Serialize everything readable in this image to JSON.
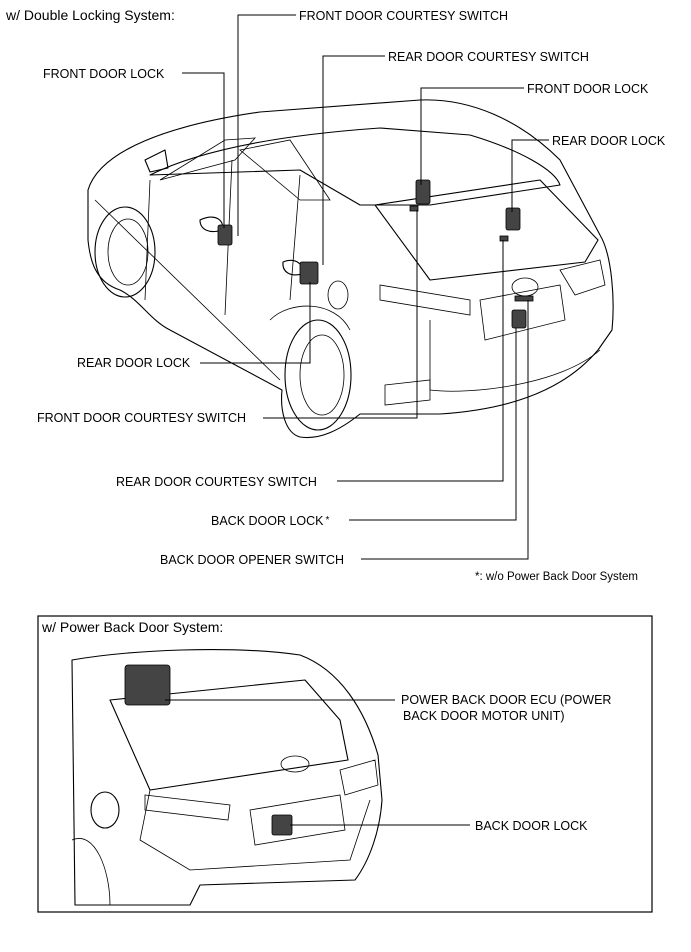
{
  "top_section": {
    "title": "w/ Double Locking System:",
    "labels": {
      "front_door_courtesy_switch_top": "FRONT DOOR COURTESY SWITCH",
      "rear_door_courtesy_switch_top": "REAR DOOR COURTESY SWITCH",
      "front_door_lock_left": "FRONT DOOR LOCK",
      "front_door_lock_right": "FRONT DOOR LOCK",
      "rear_door_lock_right": "REAR DOOR LOCK",
      "rear_door_lock_left": "REAR DOOR LOCK",
      "front_door_courtesy_switch_bottom": "FRONT DOOR COURTESY SWITCH",
      "rear_door_courtesy_switch_bottom": "REAR DOOR COURTESY SWITCH",
      "back_door_lock": "BACK DOOR LOCK",
      "back_door_lock_mark": "*",
      "back_door_opener_switch": "BACK DOOR OPENER SWITCH"
    },
    "footnote": "*: w/o Power Back Door System"
  },
  "bottom_section": {
    "title": "w/ Power Back Door System:",
    "labels": {
      "power_back_door_ecu_line1": "POWER BACK DOOR ECU (POWER",
      "power_back_door_ecu_line2": "BACK DOOR MOTOR UNIT)",
      "back_door_lock": "BACK DOOR LOCK"
    }
  }
}
